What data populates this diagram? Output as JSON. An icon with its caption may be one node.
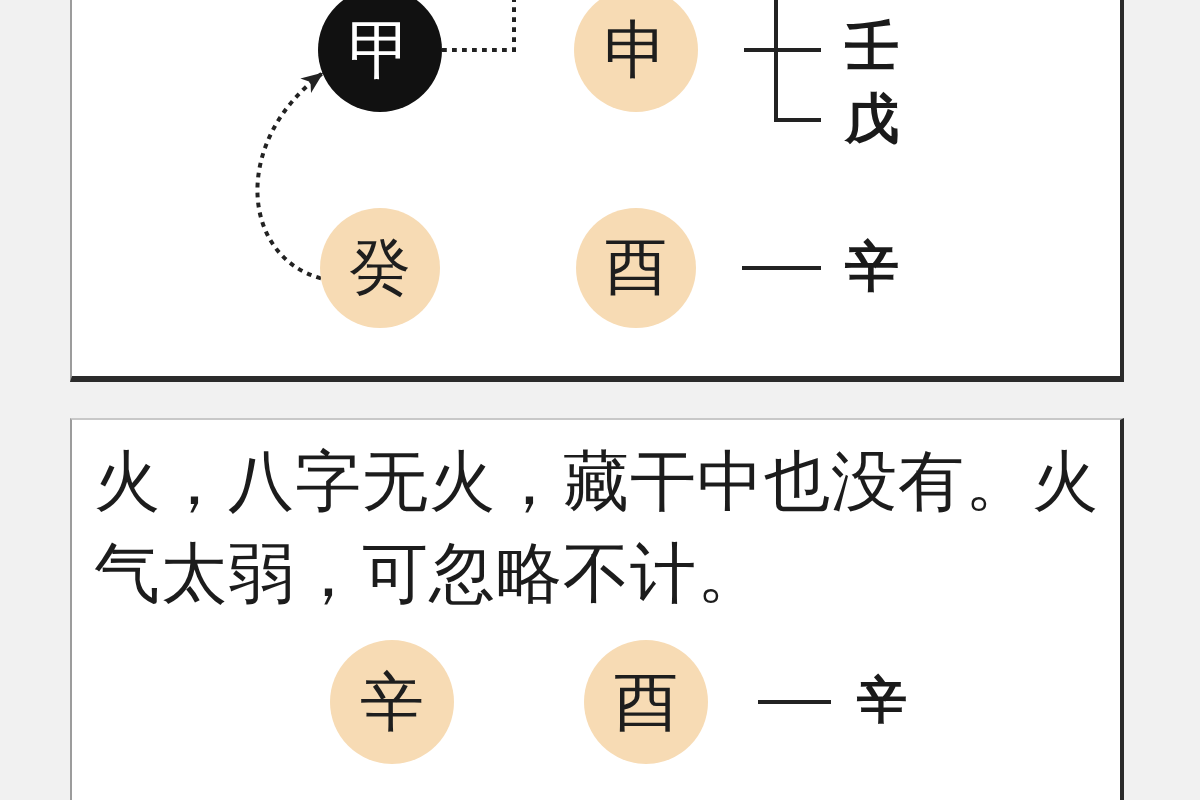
{
  "diagram": {
    "nodes": [
      {
        "text": [],
        "shape": "box"
      },
      {
        "text": [
          "甲"
        ],
        "in": 0
      },
      {
        "text": [
          "申"
        ],
        "in": 0
      },
      {
        "text": [
          "壬"
        ],
        "in": 0
      },
      {
        "text": [
          "戊"
        ],
        "in": 0
      },
      {
        "text": [
          "癸"
        ],
        "in": 0
      },
      {
        "text": [
          "酉"
        ],
        "in": 0
      },
      {
        "text": [
          "辛"
        ],
        "in": 0
      },
      {
        "text": [
          "火，八字无火，藏干中也没有。火气太弱，可忽略不计。"
        ]
      },
      {
        "text": [
          "辛"
        ],
        "in": 8
      },
      {
        "text": [
          "酉"
        ],
        "in": 8
      },
      {
        "text": [
          "辛"
        ],
        "in": 8
      }
    ],
    "edges": [
      {
        "from": 1,
        "to": null,
        "arrow": "none",
        "style": "dashed"
      },
      {
        "from": 5,
        "to": 1,
        "arrow": "to",
        "style": "dashed"
      },
      {
        "from": 2,
        "to": 3,
        "arrow": "none"
      },
      {
        "from": 2,
        "to": 4,
        "arrow": "none"
      },
      {
        "from": 6,
        "to": 7,
        "arrow": "none"
      },
      {
        "from": 10,
        "to": 11,
        "arrow": "none"
      }
    ]
  }
}
